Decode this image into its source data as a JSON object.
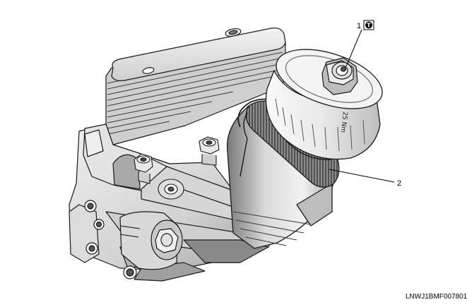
{
  "figure": {
    "callouts": [
      {
        "number": "1",
        "torque_symbol": "T"
      },
      {
        "number": "2"
      }
    ],
    "cap_marking": "25 Nm",
    "reference_code": "LNWJ1BMF007801"
  },
  "colors": {
    "line": "#1a1a1a",
    "body_light": "#e6e6e6",
    "body_mid": "#c8c8c8",
    "body_dark": "#9a9a9a",
    "shadow": "#5a5a5a",
    "torque_badge": "#000000"
  },
  "icons": [
    "torque-specification-icon"
  ]
}
